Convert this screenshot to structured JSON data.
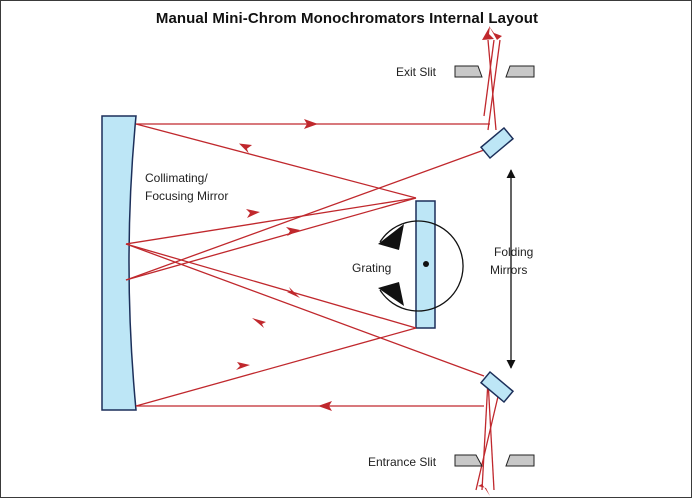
{
  "title": "Manual Mini-Chrom Monochromators Internal Layout",
  "labels": {
    "exit_slit": "Exit Slit",
    "entrance_slit": "Entrance Slit",
    "mirror_line1": "Collimating/",
    "mirror_line2": "Focusing Mirror",
    "grating": "Grating",
    "folding_line1": "Folding",
    "folding_line2": "Mirrors"
  },
  "colors": {
    "ray": "#c0282d",
    "optic_fill": "#bde6f6",
    "optic_stroke": "#1c2f5a",
    "slit_fill": "#c8c8c8",
    "outline": "#111111"
  }
}
